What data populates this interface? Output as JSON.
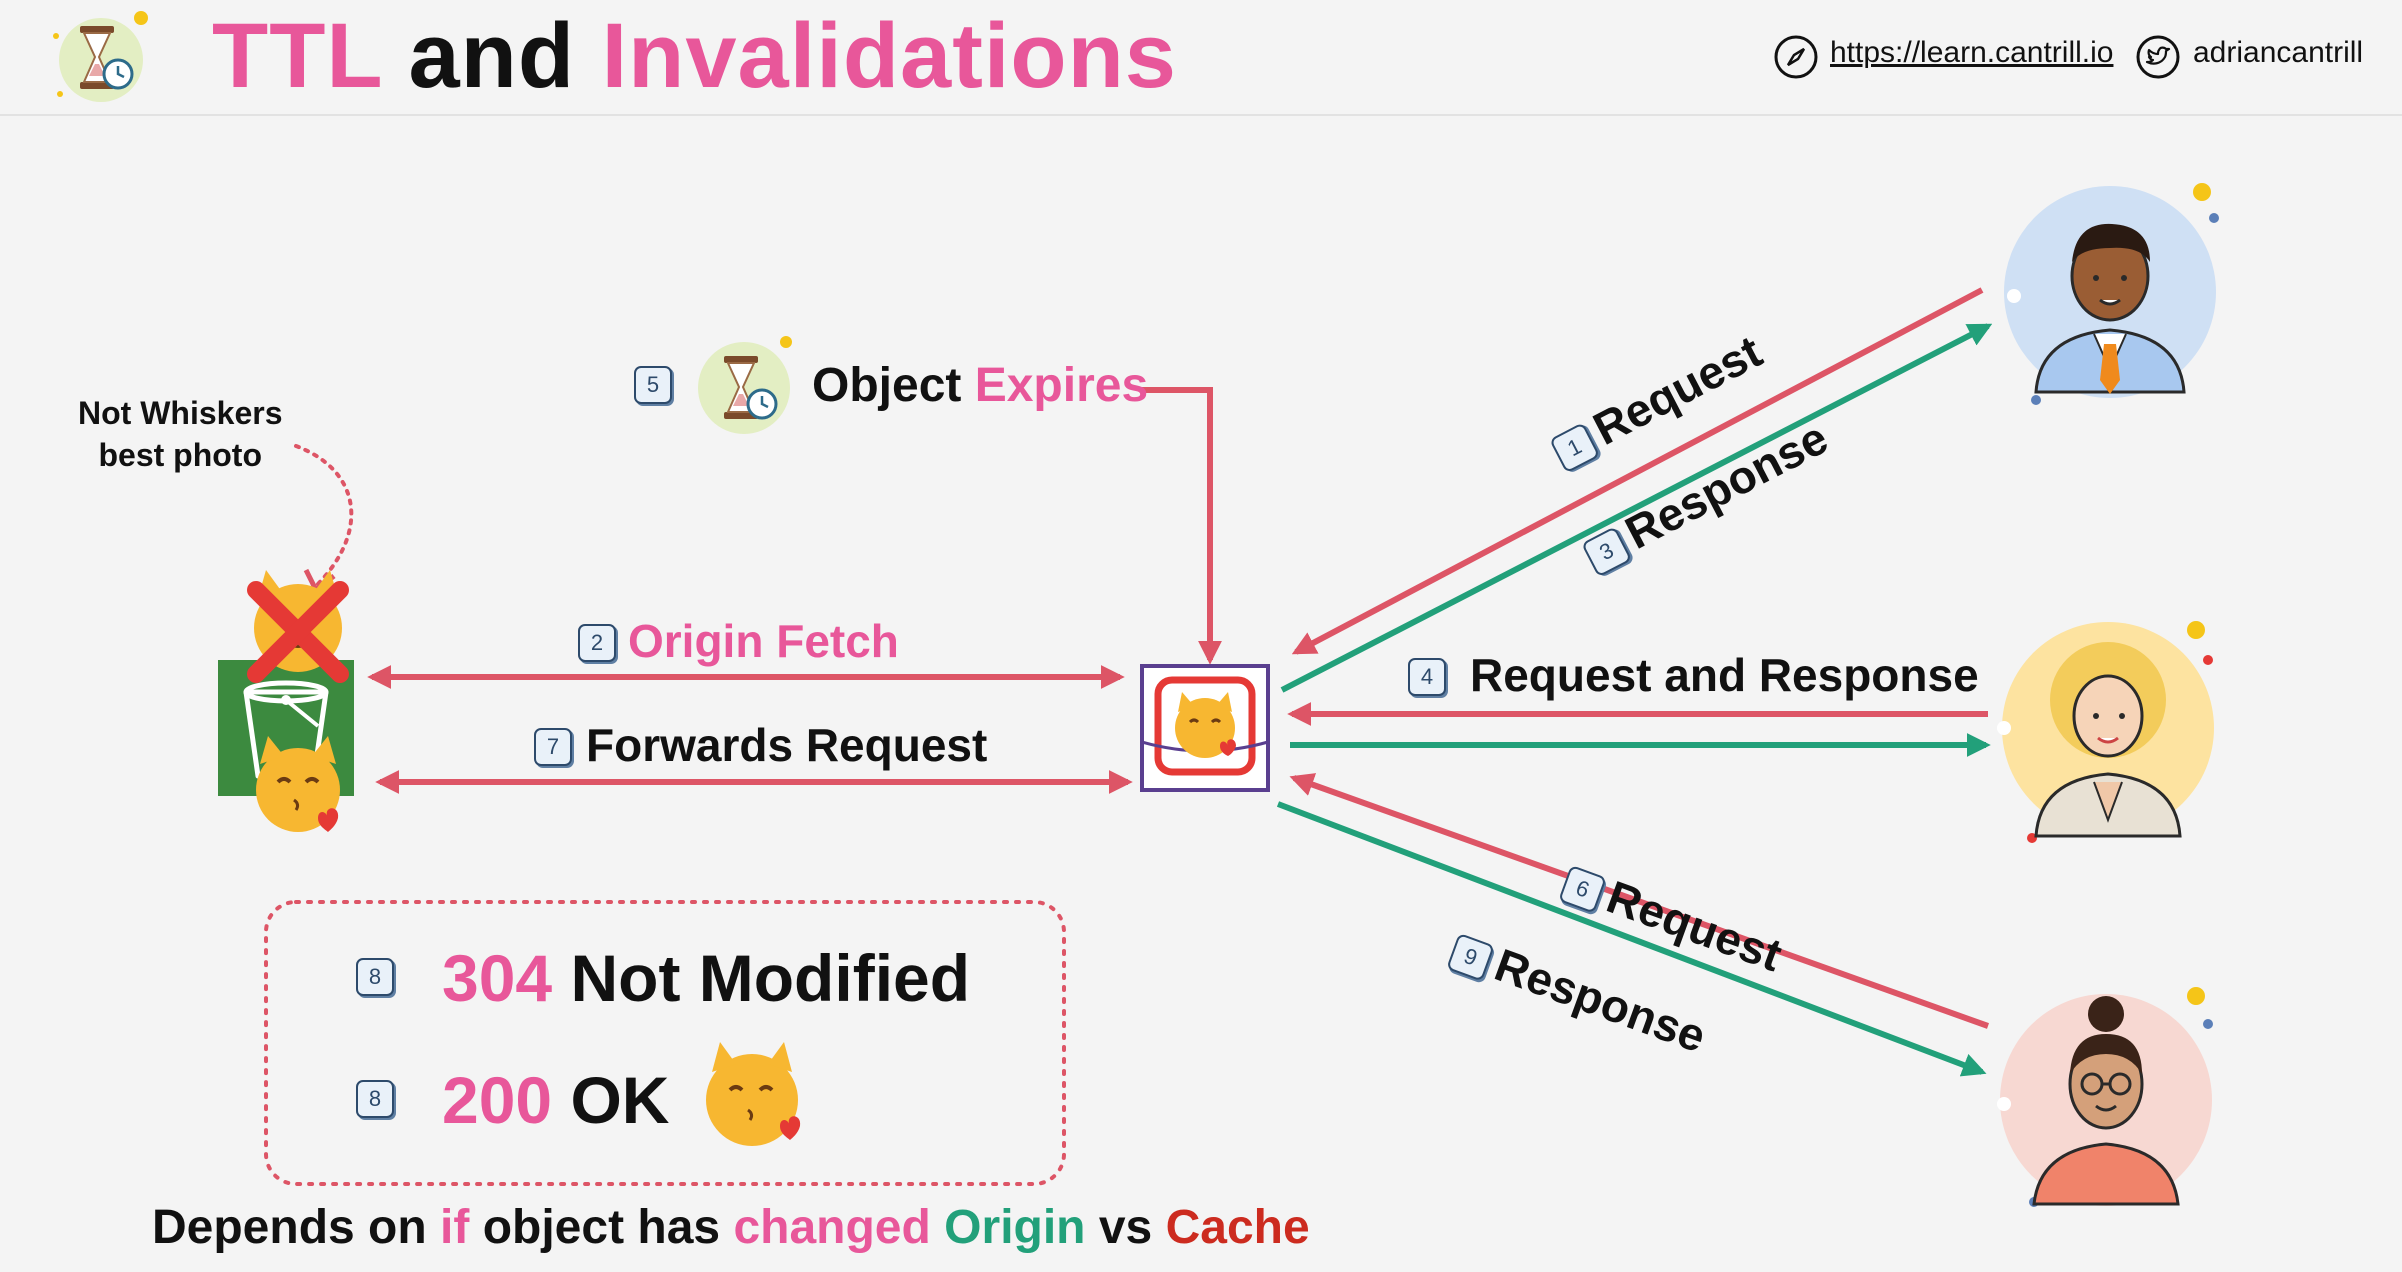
{
  "header": {
    "title_part1": "TTL",
    "title_part2": "and",
    "title_part3": "Invalidations",
    "site_url": "https://learn.cantrill.io",
    "twitter_handle": "adriancantrill",
    "logo_icon": "hourglass-clock-icon",
    "compass_icon": "compass-icon",
    "twitter_icon": "twitter-icon"
  },
  "origin": {
    "note_line1": "Not Whiskers",
    "note_line2": "best photo",
    "bucket_icon": "s3-bucket-icon",
    "wrong_cat_icon": "wrong-cat-icon",
    "cross_icon": "red-cross-icon",
    "cat_icon": "kissing-cat-icon"
  },
  "steps": {
    "origin_fetch": {
      "num": "2",
      "label": "Origin Fetch"
    },
    "forwards_request": {
      "num": "7",
      "label": "Forwards Request"
    },
    "object_expires": {
      "num": "5",
      "label_part1": "Object",
      "label_part2": "Expires"
    },
    "user1_request": {
      "num": "1",
      "label": "Request"
    },
    "user1_response": {
      "num": "3",
      "label": "Response"
    },
    "user2_reqresp": {
      "num": "4",
      "label": "Request and Response"
    },
    "user3_request": {
      "num": "6",
      "label": "Request"
    },
    "user3_response": {
      "num": "9",
      "label": "Response"
    }
  },
  "status_box": {
    "row1": {
      "num": "8",
      "code": "304",
      "text": "Not Modified"
    },
    "row2": {
      "num": "8",
      "code": "200",
      "text": "OK"
    }
  },
  "footer": {
    "p1": "Depends on",
    "p2": "if",
    "p3": "object has",
    "p4": "changed",
    "p5": "Origin",
    "p6": "vs",
    "p7": "Cache"
  },
  "colors": {
    "pink": "#e8579a",
    "request_arrow": "#dd5566",
    "response_arrow": "#22a07a",
    "edge_box": "#5a3f8f",
    "bucket_green": "#3c8a3f",
    "cache_red": "#cc2b1f"
  }
}
